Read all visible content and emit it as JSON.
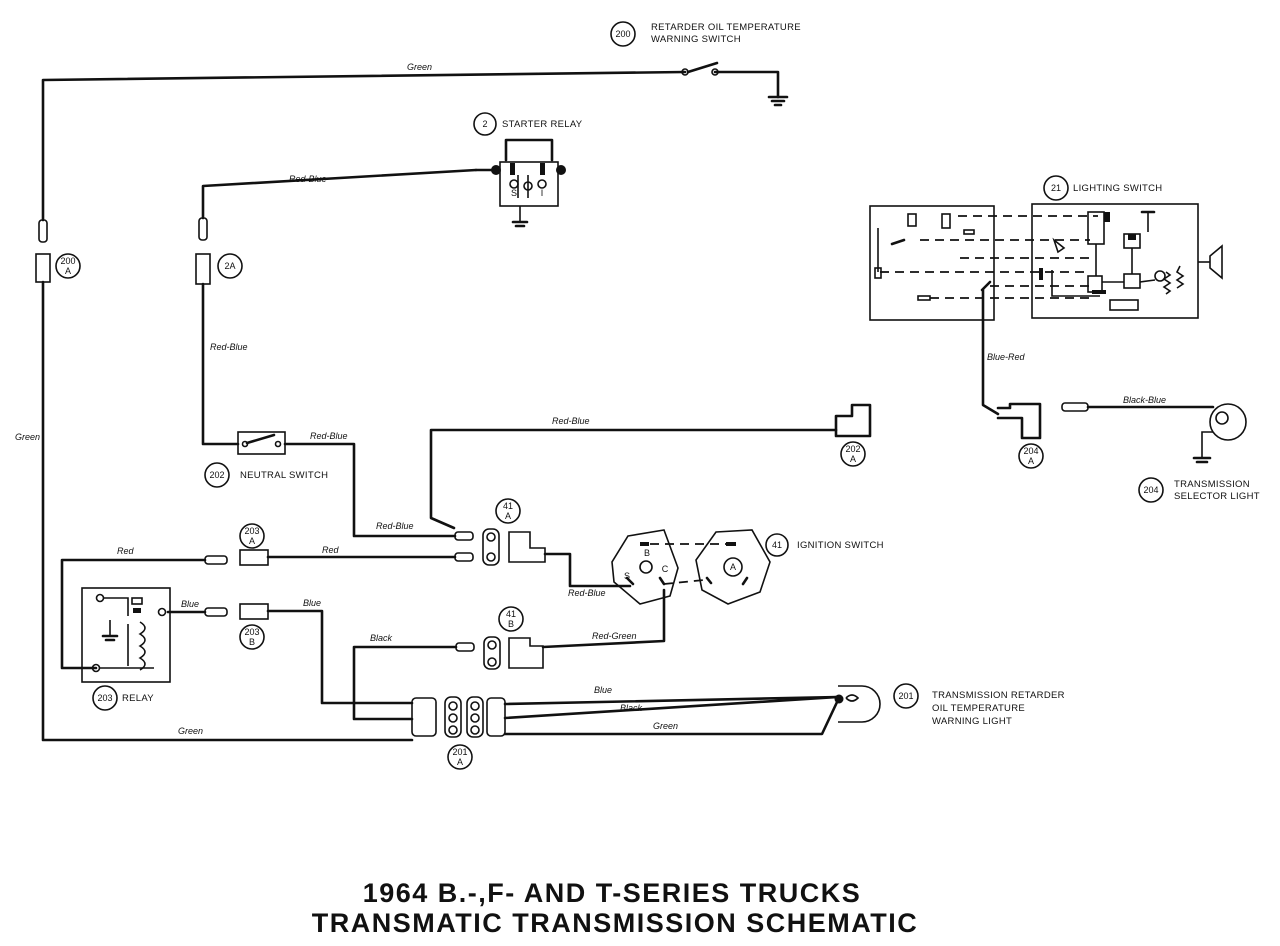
{
  "title": {
    "line1": "1964 B.-,F- AND T-SERIES TRUCKS",
    "line2": "TRANSMATIC TRANSMISSION  SCHEMATIC"
  },
  "components": {
    "c200": {
      "num": "200",
      "name_l1": "RETARDER OIL TEMPERATURE",
      "name_l2": "WARNING SWITCH"
    },
    "c2": {
      "num": "2",
      "name": "STARTER RELAY"
    },
    "c21": {
      "num": "21",
      "name": "LIGHTING SWITCH"
    },
    "c200a": {
      "num": "200",
      "sub": "A"
    },
    "c2a": {
      "num": "2A"
    },
    "c202": {
      "num": "202",
      "name": "NEUTRAL SWITCH"
    },
    "c202a": {
      "num": "202",
      "sub": "A"
    },
    "c204a": {
      "num": "204",
      "sub": "A"
    },
    "c204": {
      "num": "204",
      "name_l1": "TRANSMISSION",
      "name_l2": "SELECTOR LIGHT"
    },
    "c41a": {
      "num": "41",
      "sub": "A"
    },
    "c41": {
      "num": "41",
      "name": "IGNITION SWITCH"
    },
    "c203a": {
      "num": "203",
      "sub": "A"
    },
    "c203b": {
      "num": "203",
      "sub": "B"
    },
    "c203": {
      "num": "203",
      "name": "RELAY"
    },
    "c41b": {
      "num": "41",
      "sub": "B"
    },
    "c201": {
      "num": "201",
      "name_l1": "TRANSMISSION RETARDER",
      "name_l2": "OIL TEMPERATURE",
      "name_l3": "WARNING  LIGHT"
    },
    "c201a": {
      "num": "201",
      "sub": "A"
    }
  },
  "wires": {
    "green_top": "Green",
    "red_blue_starter": "Red-Blue",
    "red_blue_vertical": "Red-Blue",
    "red_blue_neutral": "Red-Blue",
    "red_blue_top": "Red-Blue",
    "red_blue_41a": "Red-Blue",
    "red_blue_ign": "Red-Blue",
    "green_left": "Green",
    "red_left": "Red",
    "red_mid": "Red",
    "blue_relay": "Blue",
    "blue_mid": "Blue",
    "black_41b": "Black",
    "red_green": "Red-Green",
    "blue_bundle": "Blue",
    "black_bundle": "Black",
    "green_bundle": "Green",
    "green_bottom": "Green",
    "blue_red": "Blue-Red",
    "black_blue": "Black-Blue"
  },
  "terminals": {
    "starter_s": "S",
    "starter_i": "I",
    "ign_b": "B",
    "ign_s": "S",
    "ign_c": "C",
    "ign_a": "A"
  }
}
